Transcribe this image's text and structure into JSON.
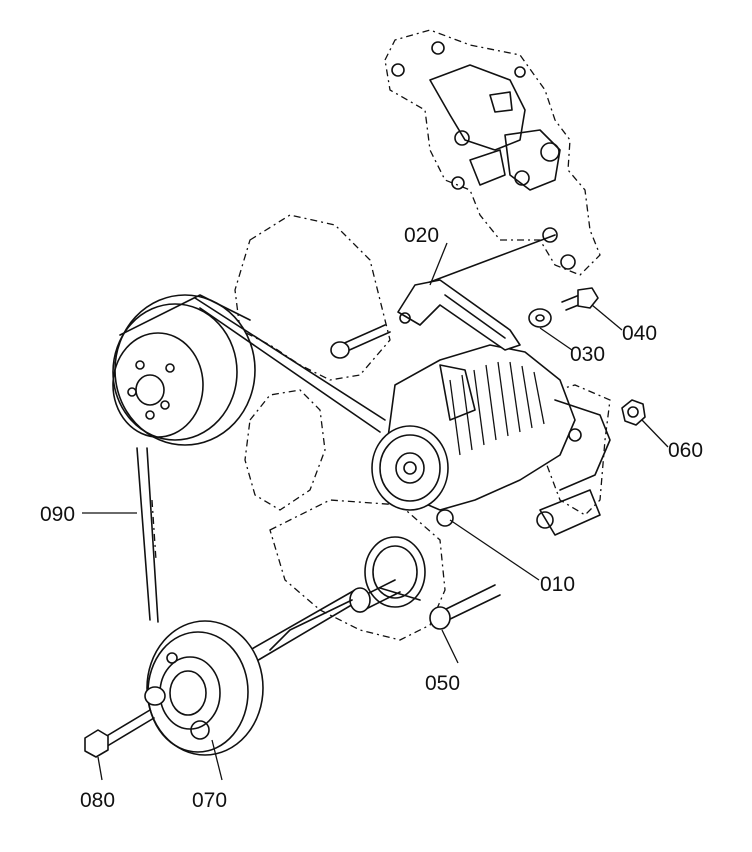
{
  "callouts": {
    "c010": "010",
    "c020": "020",
    "c030": "030",
    "c040": "040",
    "c050": "050",
    "c060": "060",
    "c070": "070",
    "c080": "080",
    "c090": "090"
  },
  "colors": {
    "line": "#111111",
    "background": "#ffffff"
  }
}
